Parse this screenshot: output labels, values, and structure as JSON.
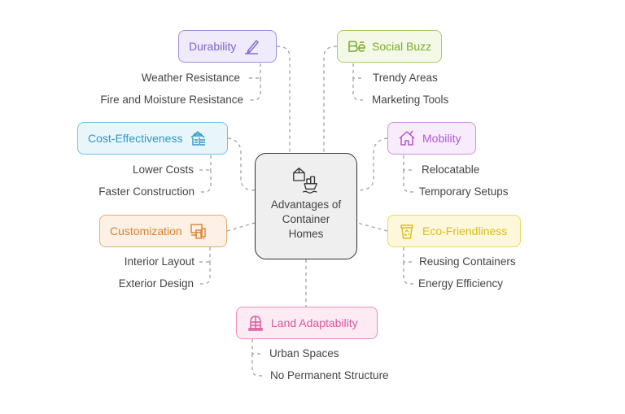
{
  "center": {
    "title": "Advantages of Container Homes",
    "icon": "container-ship-icon"
  },
  "nodes": {
    "durability": {
      "label": "Durability",
      "icon": "pen-tool-icon",
      "color": "#7b68c9",
      "bg": "#efebfb",
      "border": "#9f8fe0",
      "items": [
        "Weather Resistance",
        "Fire and Moisture Resistance"
      ]
    },
    "social_buzz": {
      "label": "Social Buzz",
      "icon": "behance-icon",
      "color": "#7cab2e",
      "bg": "#f3f9e6",
      "border": "#a9cf67",
      "items": [
        "Trendy Areas",
        "Marketing Tools"
      ]
    },
    "cost_effectiveness": {
      "label": "Cost-Effectiveness",
      "icon": "house-money-icon",
      "color": "#2f98c4",
      "bg": "#e8f6fc",
      "border": "#6cc1e3",
      "items": [
        "Lower Costs",
        "Faster Construction"
      ]
    },
    "mobility": {
      "label": "Mobility",
      "icon": "home-icon",
      "color": "#b058cf",
      "bg": "#f8ecfc",
      "border": "#cf8fe5",
      "items": [
        "Relocatable",
        "Temporary Setups"
      ]
    },
    "customization": {
      "label": "Customization",
      "icon": "devices-icon",
      "color": "#d98233",
      "bg": "#fdf0e4",
      "border": "#eaaa6e",
      "items": [
        "Interior Layout",
        "Exterior Design"
      ]
    },
    "eco_friendliness": {
      "label": "Eco-Friendliness",
      "icon": "recycle-bin-icon",
      "color": "#d9bd1c",
      "bg": "#fdf8dc",
      "border": "#ecd862",
      "items": [
        "Reusing Containers",
        "Energy Efficiency"
      ]
    },
    "land_adaptability": {
      "label": "Land Adaptability",
      "icon": "building-icon",
      "color": "#d6589b",
      "bg": "#fdebf4",
      "border": "#e98fbd",
      "items": [
        "Urban Spaces",
        "No Permanent Structure"
      ]
    }
  }
}
